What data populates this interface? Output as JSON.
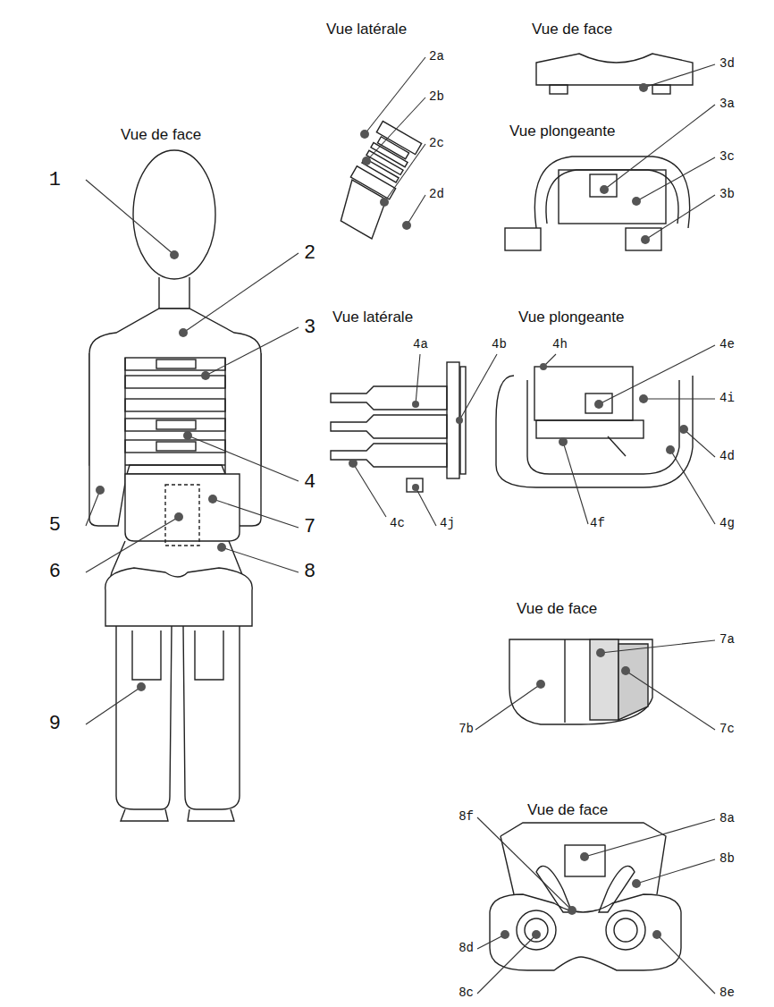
{
  "diagram": {
    "labels": [
      "Vue de face",
      "1",
      "2",
      "3",
      "4",
      "5",
      "6",
      "7",
      "8",
      "9",
      "Vue latérale",
      "2a",
      "2b",
      "2c",
      "2d",
      "Vue de face",
      "3d",
      "Vue plongeante",
      "3a",
      "3c",
      "3b",
      "Vue latérale",
      "4a",
      "4b",
      "4h",
      "Vue plongeante",
      "4e",
      "4i",
      "4d",
      "4c",
      "4j",
      "4f",
      "4g",
      "Vue de face",
      "7a",
      "7b",
      "7c",
      "Vue de face",
      "8f",
      "8a",
      "8b",
      "8d",
      "8c",
      "8e"
    ]
  }
}
